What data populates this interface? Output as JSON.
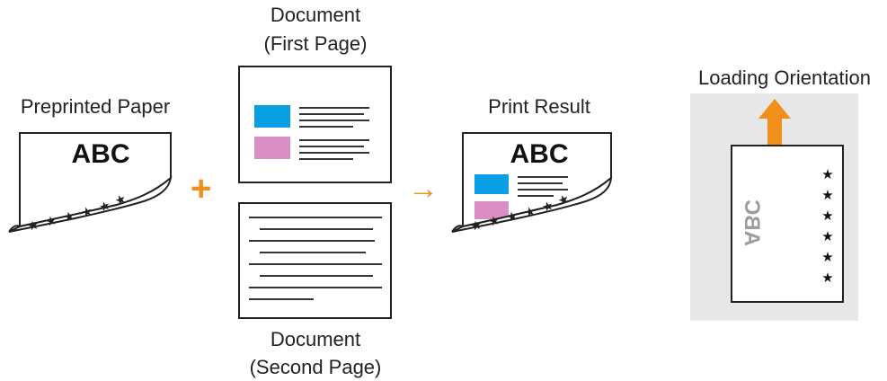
{
  "labels": {
    "preprinted_paper": "Preprinted Paper",
    "document_first_line1": "Document",
    "document_first_line2": "(First Page)",
    "document_second_line1": "Document",
    "document_second_line2": "(Second Page)",
    "print_result": "Print Result",
    "loading_orientation": "Loading Orientation"
  },
  "preprint_text": "ABC",
  "preprint_text_rotated": "ABC",
  "operators": {
    "plus": "+",
    "arrow": "→"
  },
  "colors": {
    "accent": "#f08f1c",
    "blue_block": "#0a9fe3",
    "pink_block": "#d98fc4",
    "panel_bg": "#e7e7e7",
    "stroke": "#222222",
    "faded_text": "#9c9c9c"
  },
  "icons": {
    "star": "star-icon",
    "plus": "plus-icon",
    "arrow": "arrow-right-icon",
    "up_arrow": "arrow-up-icon"
  }
}
